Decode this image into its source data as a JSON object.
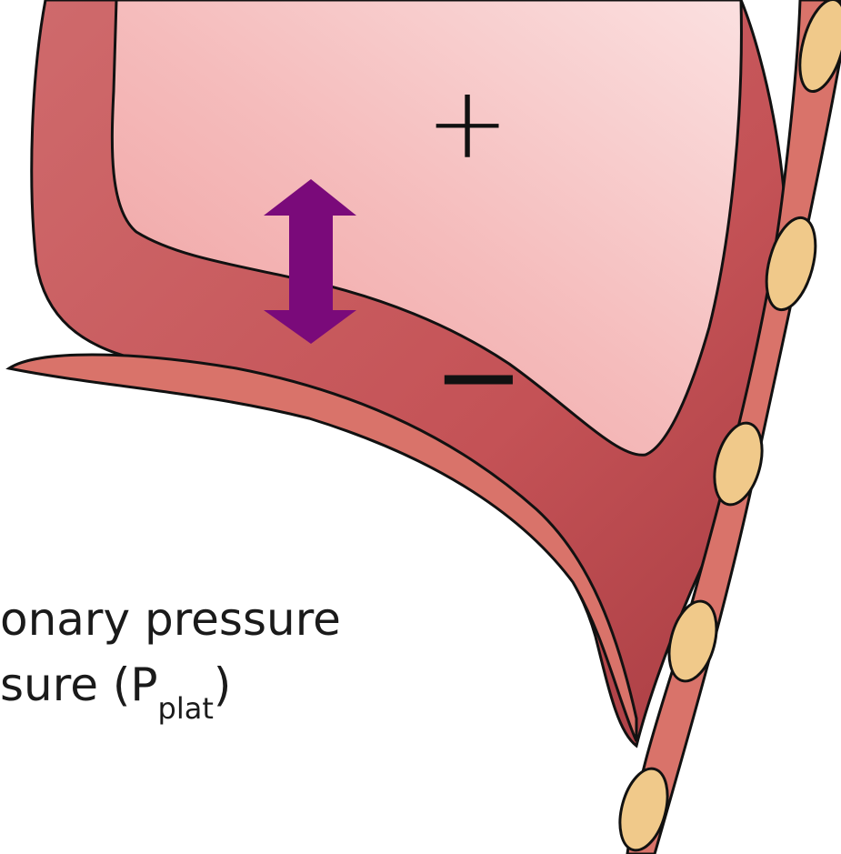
{
  "diagram": {
    "plus_label": "+",
    "minus_label": "−",
    "caption_line_1": "onary pressure",
    "caption_line_2_prefix": "sure (P",
    "caption_line_2_subscript": "plat",
    "caption_line_2_suffix": ")",
    "colors": {
      "lung_interior": "#f3b4b4",
      "pleura_wall": "#c8585c",
      "chest_muscle": "#d9736a",
      "rib": "#f0c98a",
      "arrow": "#7a0a7a",
      "outline": "#111111"
    },
    "icons": [
      "double-headed-arrow-icon"
    ]
  }
}
